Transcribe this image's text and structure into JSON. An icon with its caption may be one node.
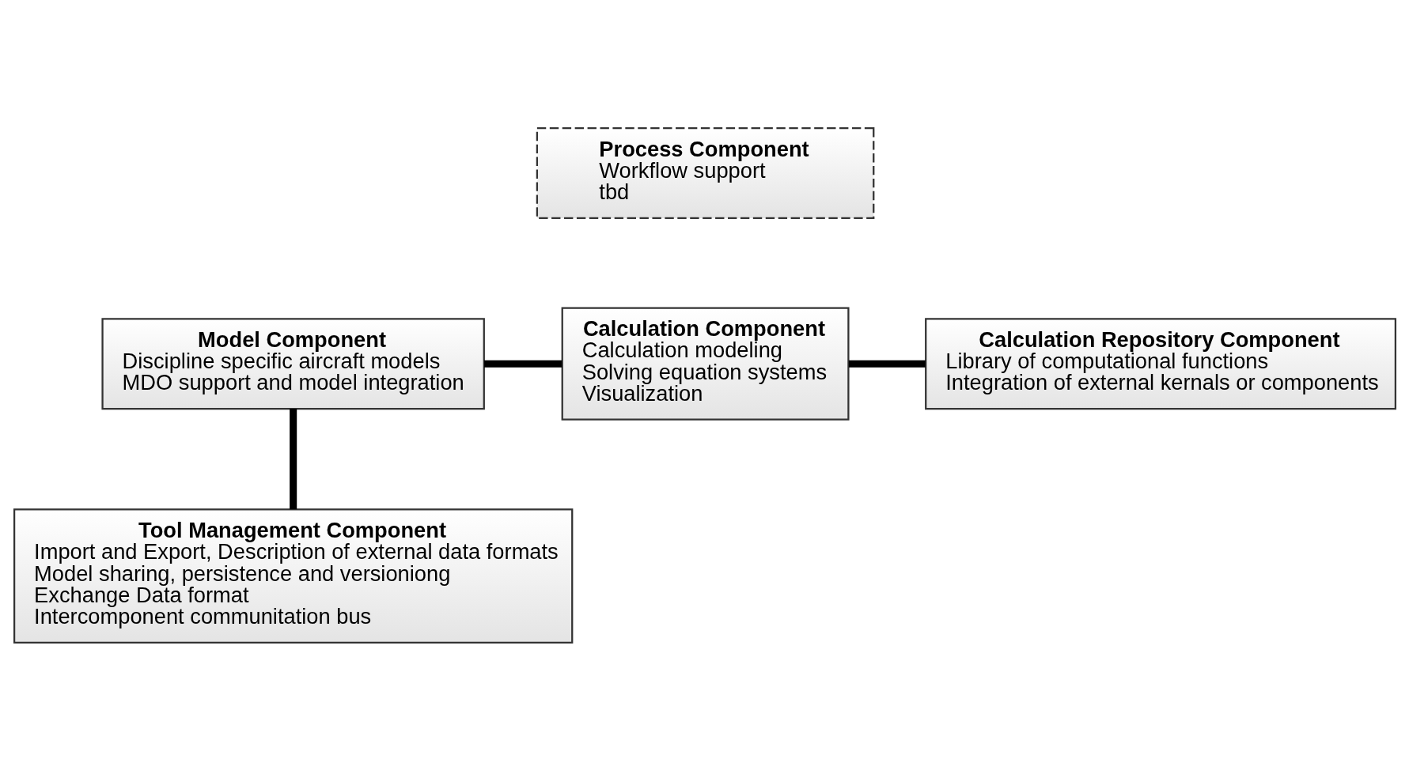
{
  "diagram": {
    "nodes": [
      {
        "text": [
          "Process Component",
          "Workflow support",
          "tbd"
        ]
      },
      {
        "text": [
          "Model Component",
          "Discipline specific aircraft models",
          "MDO support and model integration"
        ]
      },
      {
        "text": [
          "Calculation Component",
          "Calculation modeling",
          "Solving equation systems",
          "Visualization"
        ]
      },
      {
        "text": [
          "Calculation Repository Component",
          "Library of computational functions",
          "Integration of external kernals or components"
        ]
      },
      {
        "text": [
          "Tool Management Component",
          "Import and Export, Description of external data formats",
          "Model sharing, persistence and versioniong",
          "Exchange Data format",
          "Intercomponent communitation bus"
        ]
      }
    ],
    "edges": [
      {
        "from": 1,
        "to": 2,
        "arrow": "none"
      },
      {
        "from": 2,
        "to": 3,
        "arrow": "none"
      },
      {
        "from": 1,
        "to": 4,
        "arrow": "none"
      }
    ]
  }
}
